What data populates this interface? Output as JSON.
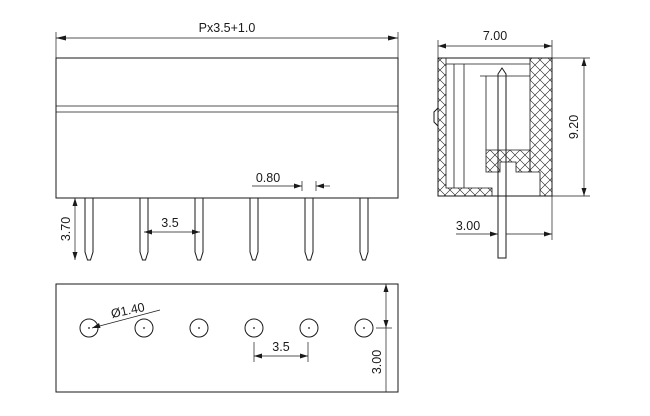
{
  "drawing": {
    "dimensions": {
      "overall_length": "Px3.5+1.0",
      "side_width": "7.00",
      "side_height": "9.20",
      "pin_thickness": "0.80",
      "pin_length": "3.70",
      "pitch_front": "3.5",
      "pin_offset": "3.00",
      "hole_diameter": "Ø1.40",
      "pitch_bottom": "3.5",
      "hole_row_offset": "3.00"
    },
    "pin_count": 6
  }
}
